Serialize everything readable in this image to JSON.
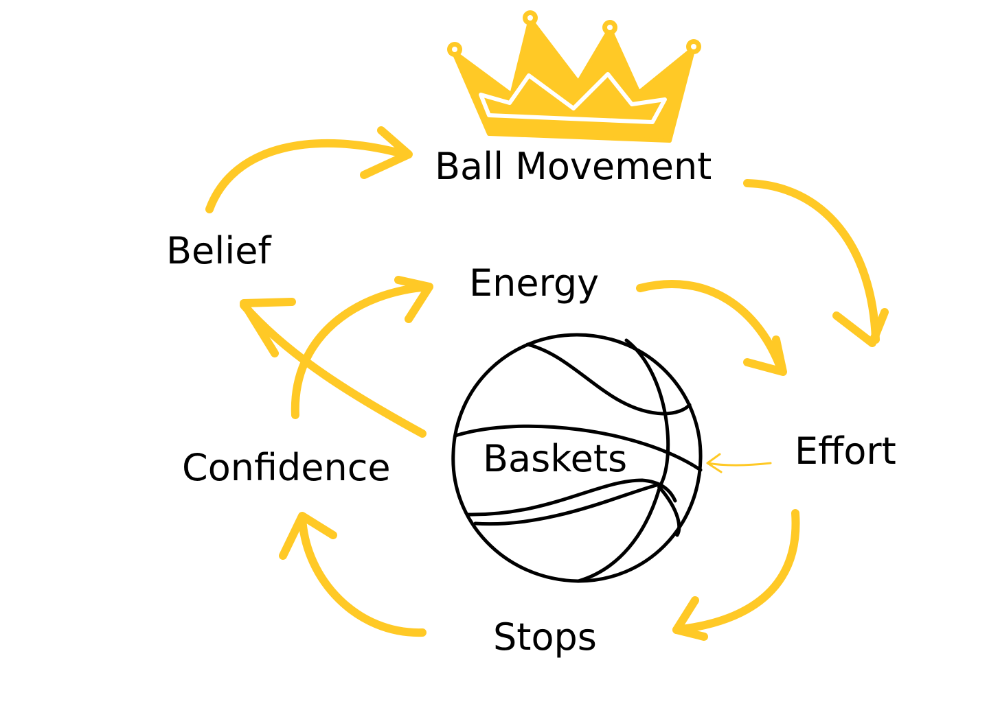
{
  "colors": {
    "accent": "#FFC926",
    "ink": "#000000",
    "background": "#FFFFFF"
  },
  "icons": {
    "crown": "crown-icon",
    "ball": "basketball-icon"
  },
  "nodes": {
    "ball_movement": "Ball Movement",
    "belief": "Belief",
    "energy": "Energy",
    "effort": "Effort",
    "confidence": "Confidence",
    "baskets": "Baskets",
    "stops": "Stops"
  },
  "links": [
    {
      "from": "Belief",
      "to": "Ball Movement"
    },
    {
      "from": "Ball Movement",
      "to": "Effort"
    },
    {
      "from": "Energy",
      "to": "Effort"
    },
    {
      "from": "Effort",
      "to": "Baskets"
    },
    {
      "from": "Effort",
      "to": "Stops"
    },
    {
      "from": "Stops",
      "to": "Confidence"
    },
    {
      "from": "Confidence",
      "to": "Energy"
    },
    {
      "from": "Baskets",
      "to": "Belief"
    }
  ]
}
